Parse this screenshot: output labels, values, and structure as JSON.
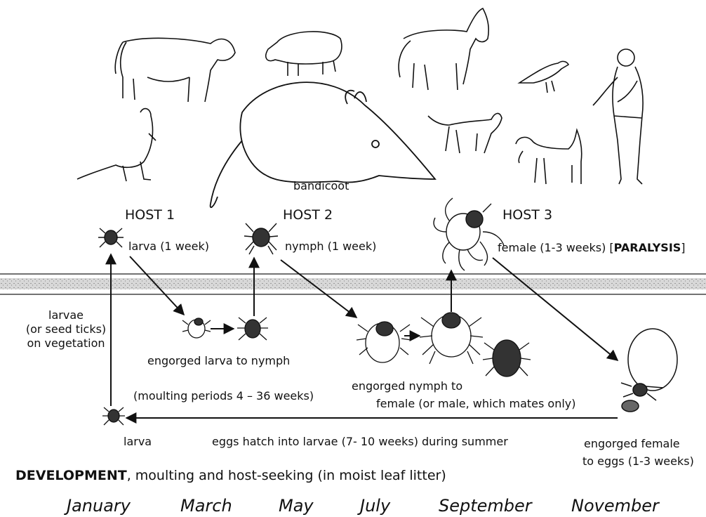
{
  "hosts": {
    "host1": "HOST 1",
    "host2": "HOST 2",
    "host3": "HOST 3",
    "bandicoot": "bandicoot"
  },
  "stages": {
    "host1_stage": "larva  (1 week)",
    "host2_stage": "nymph  (1 week)",
    "host3_stage_prefix": "female (1-3 weeks) [",
    "host3_stage_bold": "PARALYSIS",
    "host3_stage_suffix": "]",
    "vegetation_line1": "larvae",
    "vegetation_line2": "(or seed ticks)",
    "vegetation_line3": "on vegetation",
    "engorged_larva": "engorged larva to nymph",
    "moulting_periods": "(moulting periods 4 – 36 weeks)",
    "engorged_nymph_line1": "engorged nymph to",
    "engorged_nymph_line2": "female (or male, which mates only)",
    "larva": "larva",
    "eggs_hatch": "eggs hatch into larvae (7- 10 weeks) during summer",
    "engorged_female_line1": "engorged female",
    "engorged_female_line2": "to eggs (1-3 weeks)"
  },
  "development": {
    "bold": "DEVELOPMENT",
    "rest": ", moulting and host-seeking (in moist leaf litter)"
  },
  "months": [
    "January",
    "March",
    "May",
    "July",
    "September",
    "November"
  ],
  "icons": {
    "animals": [
      "cow-icon",
      "sheep-icon",
      "horse-icon",
      "kangaroo-icon",
      "bandicoot-icon",
      "bird-icon",
      "cat-icon",
      "dog-icon",
      "human-icon"
    ],
    "ticks": [
      "tick-larva-icon",
      "tick-nymph-icon",
      "tick-female-icon",
      "engorged-female-icon"
    ]
  },
  "colors": {
    "ink": "#111111",
    "ground": "#cfcfcf"
  }
}
